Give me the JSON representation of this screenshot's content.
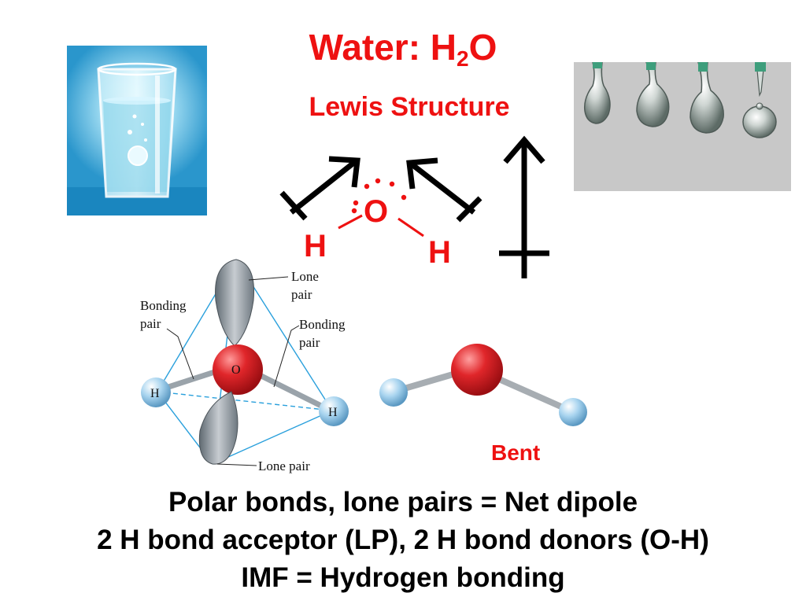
{
  "title": {
    "main": "Water: H",
    "subscript": "2",
    "suffix": "O"
  },
  "subtitle": "Lewis Structure",
  "lewis": {
    "oxygen": "O",
    "hydrogen_left": "H",
    "hydrogen_right": "H"
  },
  "orbital_diagram": {
    "lone_pair_top": [
      "Lone",
      "pair"
    ],
    "bonding_pair_left": [
      "Bonding",
      "pair"
    ],
    "bonding_pair_right": [
      "Bonding",
      "pair"
    ],
    "lone_pair_bottom": "Lone pair",
    "oxygen": "O",
    "hydrogen_left": "H",
    "hydrogen_right": "H"
  },
  "shape_label": "Bent",
  "bottom_text": [
    "Polar bonds, lone pairs = Net dipole",
    "2 H bond acceptor (LP), 2 H bond donors (O-H)",
    "IMF = Hydrogen bonding"
  ],
  "colors": {
    "accent": "#ee1111",
    "oxygen": "#d81e1e",
    "hydrogen": "#a8d4ef",
    "glass_bg": "#2a96cc",
    "drops_bg": "#c8c8c8"
  }
}
